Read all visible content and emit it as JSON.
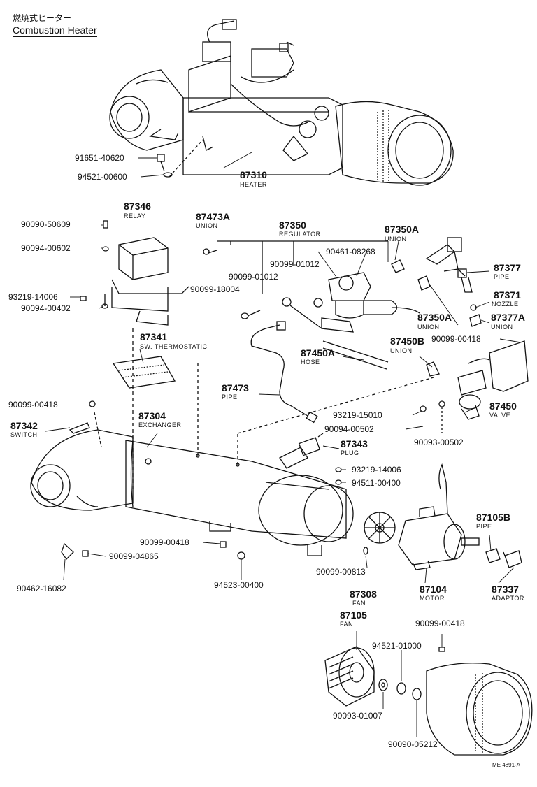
{
  "title": {
    "japanese": "燃焼式ヒーター",
    "english": "Combustion Heater"
  },
  "footer_code": "ME 4891-A",
  "callouts": {
    "p91651_40620": "91651-40620",
    "p94521_00600": "94521-00600",
    "p87310": "87310",
    "p87310_name": "HEATER",
    "p87346": "87346",
    "p87346_name": "RELAY",
    "p90090_50609": "90090-50609",
    "p90094_00602": "90094-00602",
    "p93219_14006a": "93219-14006",
    "p90094_00402": "90094-00402",
    "p87341": "87341",
    "p87341_name": "SW. THERMOSTATIC",
    "p87473A": "87473A",
    "p87473A_name": "UNION",
    "p87350": "87350",
    "p87350_name": "REGULATOR",
    "p90461_08268": "90461-08268",
    "p90099_01012a": "90099-01012",
    "p90099_01012b": "90099-01012",
    "p90099_18004": "90099-18004",
    "p87350A_top": "87350A",
    "p87350A_top_name": "UNION",
    "p87377": "87377",
    "p87377_name": "PIPE",
    "p87371": "87371",
    "p87371_name": "NOZZLE",
    "p87350A_mid": "87350A",
    "p87350A_mid_name": "UNION",
    "p87377A": "87377A",
    "p87377A_name": "UNION",
    "p90099_00418a": "90099-00418",
    "p87450B": "87450B",
    "p87450B_name": "UNION",
    "p87450A": "87450A",
    "p87450A_name": "HOSE",
    "p87473": "87473",
    "p87473_name": "PIPE",
    "p90099_00418b": "90099-00418",
    "p87304": "87304",
    "p87304_name": "EXCHANGER",
    "p87342": "87342",
    "p87342_name": "SWITCH",
    "p93219_15010": "93219-15010",
    "p90094_00502": "90094-00502",
    "p87450": "87450",
    "p87450_name": "VALVE",
    "p90093_00502": "90093-00502",
    "p87343": "87343",
    "p87343_name": "PLUG",
    "p93219_14006b": "93219-14006",
    "p94511_00400": "94511-00400",
    "p87105B": "87105B",
    "p87105B_name": "PIPE",
    "p90099_00418c": "90099-00418",
    "p90099_04865": "90099-04865",
    "p90462_16082": "90462-16082",
    "p94523_00400": "94523-00400",
    "p90099_00813": "90099-00813",
    "p87308": "87308",
    "p87308_name": "FAN",
    "p87104": "87104",
    "p87104_name": "MOTOR",
    "p87337": "87337",
    "p87337_name": "ADAPTOR",
    "p87105": "87105",
    "p87105_name": "FAN",
    "p90099_00418d": "90099-00418",
    "p94521_01000": "94521-01000",
    "p90093_01007": "90093-01007",
    "p90090_05212": "90090-05212"
  }
}
